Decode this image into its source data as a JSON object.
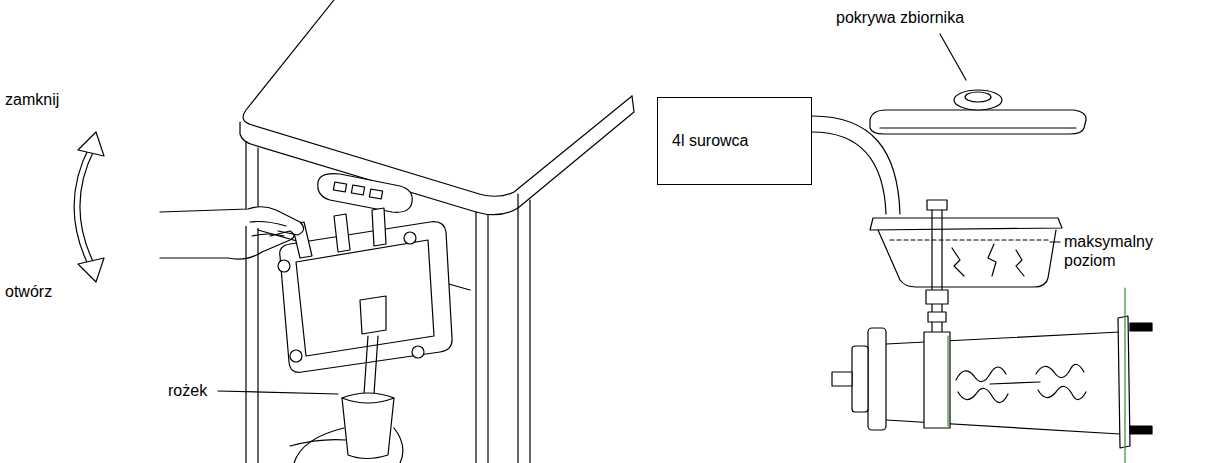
{
  "diagram": {
    "nodes": [
      {
        "text": [
          "4l surowca"
        ]
      }
    ],
    "labels": [
      "zamknij",
      "pokrywa zbiornika",
      "maksymalny poziom",
      "otwórz",
      "rożek"
    ]
  }
}
